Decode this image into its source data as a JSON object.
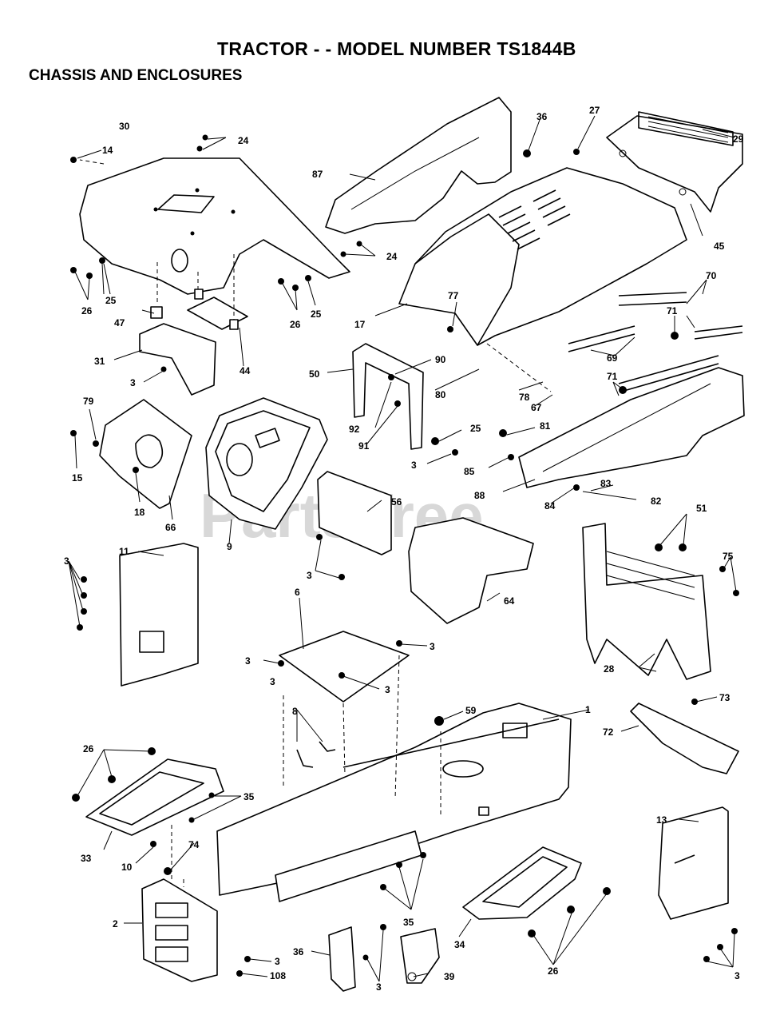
{
  "header": {
    "title": "TRACTOR - - MODEL NUMBER  TS1844B",
    "subtitle": "CHASSIS AND ENCLOSURES"
  },
  "watermark": "PartsTree",
  "callouts": [
    "30",
    "14",
    "24",
    "36",
    "27",
    "29",
    "87",
    "24",
    "45",
    "26",
    "25",
    "26",
    "25",
    "47",
    "17",
    "77",
    "70",
    "71",
    "31",
    "44",
    "50",
    "90",
    "69",
    "71",
    "3",
    "80",
    "78",
    "79",
    "67",
    "92",
    "91",
    "25",
    "81",
    "3",
    "15",
    "18",
    "66",
    "85",
    "88",
    "84",
    "83",
    "82",
    "9",
    "56",
    "51",
    "75",
    "11",
    "3",
    "64",
    "3",
    "3",
    "6",
    "3",
    "3",
    "28",
    "3",
    "8",
    "59",
    "1",
    "73",
    "72",
    "26",
    "35",
    "33",
    "10",
    "74",
    "13",
    "2",
    "35",
    "3",
    "36",
    "108",
    "3",
    "39",
    "34",
    "26",
    "3"
  ]
}
